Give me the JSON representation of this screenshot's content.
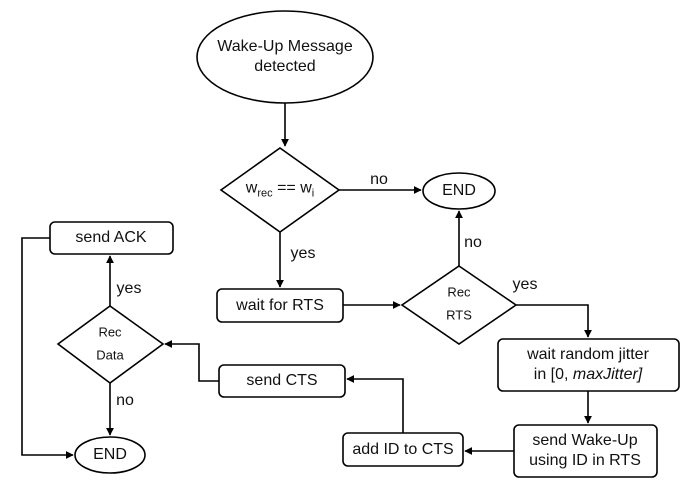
{
  "nodes": {
    "start": {
      "line1": "Wake-Up Message",
      "line2": "detected"
    },
    "compare": {
      "w1": "w",
      "s1": "rec",
      "op": " == w",
      "s2": "i"
    },
    "end_top": {
      "label": "END"
    },
    "wait_rts": {
      "label": "wait for RTS"
    },
    "rec_rts": {
      "line1": "Rec",
      "line2": "RTS"
    },
    "jitter": {
      "line1": "wait random jitter",
      "line2a": "in [0, ",
      "line2b": "maxJitter]"
    },
    "send_wakeup": {
      "line1": "send Wake-Up",
      "line2": "using ID in RTS"
    },
    "add_id": {
      "label": "add ID to CTS"
    },
    "send_cts": {
      "label": "send CTS"
    },
    "rec_data": {
      "line1": "Rec",
      "line2": "Data"
    },
    "send_ack": {
      "label": "send ACK"
    },
    "end_bottom": {
      "label": "END"
    }
  },
  "edge_labels": {
    "compare_no": "no",
    "compare_yes": "yes",
    "rts_no": "no",
    "rts_yes": "yes",
    "data_yes": "yes",
    "data_no": "no"
  }
}
